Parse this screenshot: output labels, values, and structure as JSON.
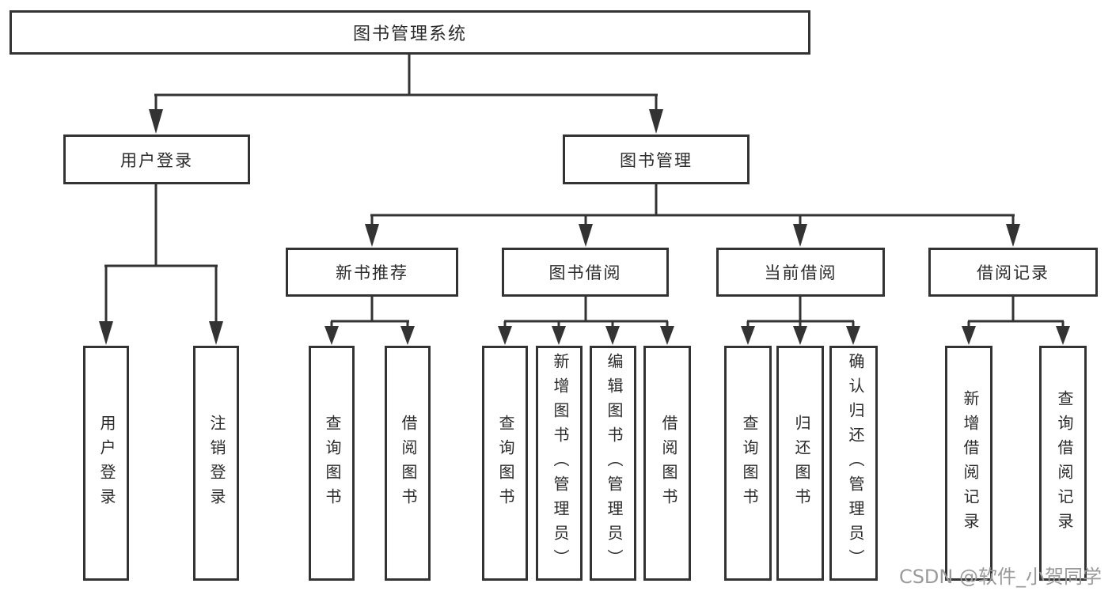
{
  "diagram": {
    "root": {
      "label": "图书管理系统"
    },
    "level2": [
      {
        "id": "user-login",
        "label": "用户登录"
      },
      {
        "id": "book-management",
        "label": "图书管理"
      }
    ],
    "level3": [
      {
        "id": "new-book-recommend",
        "parent": "图书管理",
        "label": "新书推荐"
      },
      {
        "id": "book-borrow",
        "parent": "图书管理",
        "label": "图书借阅"
      },
      {
        "id": "current-borrow",
        "parent": "图书管理",
        "label": "当前借阅"
      },
      {
        "id": "borrow-records",
        "parent": "图书管理",
        "label": "借阅记录"
      }
    ],
    "leaves": [
      {
        "parent": "用户登录",
        "label": "用户登录"
      },
      {
        "parent": "用户登录",
        "label": "注销登录"
      },
      {
        "parent": "新书推荐",
        "label": "查询图书"
      },
      {
        "parent": "新书推荐",
        "label": "借阅图书"
      },
      {
        "parent": "图书借阅",
        "label": "查询图书"
      },
      {
        "parent": "图书借阅",
        "label": "新增图书（管理员）"
      },
      {
        "parent": "图书借阅",
        "label": "编辑图书（管理员）"
      },
      {
        "parent": "图书借阅",
        "label": "借阅图书"
      },
      {
        "parent": "当前借阅",
        "label": "查询图书"
      },
      {
        "parent": "当前借阅",
        "label": "归还图书"
      },
      {
        "parent": "当前借阅",
        "label": "确认归还（管理员）"
      },
      {
        "parent": "借阅记录",
        "label": "新增借阅记录"
      },
      {
        "parent": "借阅记录",
        "label": "查询借阅记录"
      }
    ],
    "watermark": "CSDN @软件_小贺同学",
    "colors": {
      "line": "#333333",
      "border": "#333333",
      "text": "#2b2b2b",
      "background": "#ffffff",
      "watermark": "#9a9a9a"
    }
  }
}
